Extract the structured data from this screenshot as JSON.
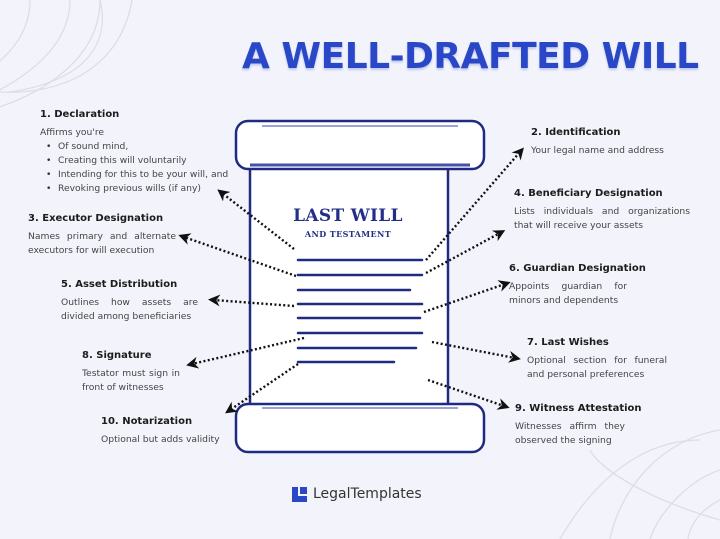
{
  "header": {
    "title": "A WELL-DRAFTED WILL"
  },
  "document": {
    "title": "LAST WILL",
    "subtitle": "AND TESTAMENT"
  },
  "elements": {
    "declaration": {
      "heading": "1. Declaration",
      "intro": "Affirms you're",
      "bullets": [
        "Of sound mind,",
        "Creating this will voluntarily",
        "Intending for this to be your will, and",
        "Revoking previous wills (if any)"
      ]
    },
    "identification": {
      "heading": "2. Identification",
      "description": "Your legal name and address"
    },
    "executor": {
      "heading": "3. Executor Designation",
      "description": "Names primary and alternate executors for will execution"
    },
    "beneficiary": {
      "heading": "4. Beneficiary Designation",
      "description": "Lists individuals and organizations that will receive your assets"
    },
    "asset_distribution": {
      "heading": "5. Asset Distribution",
      "description": "Outlines how assets are divided among beneficiaries"
    },
    "guardian": {
      "heading": "6. Guardian Designation",
      "description": "Appoints guardian for minors and dependents"
    },
    "last_wishes": {
      "heading": "7. Last Wishes",
      "description": "Optional section for funeral and personal preferences"
    },
    "signature": {
      "heading": "8. Signature",
      "description": "Testator must sign in front of witnesses"
    },
    "witness": {
      "heading": "9. Witness Attestation",
      "description": "Witnesses affirm they observed the signing"
    },
    "notarization": {
      "heading": "10. Notarization",
      "description": "Optional but adds validity"
    }
  },
  "brand": {
    "name": "LegalTemplates"
  },
  "colors": {
    "background": "#f3f4fb",
    "title": "#2a47c7",
    "scroll_outline": "#1f2a80",
    "scroll_fill": "#ffffff",
    "arrow": "#111111",
    "brand_icon": "#2a47c7"
  }
}
